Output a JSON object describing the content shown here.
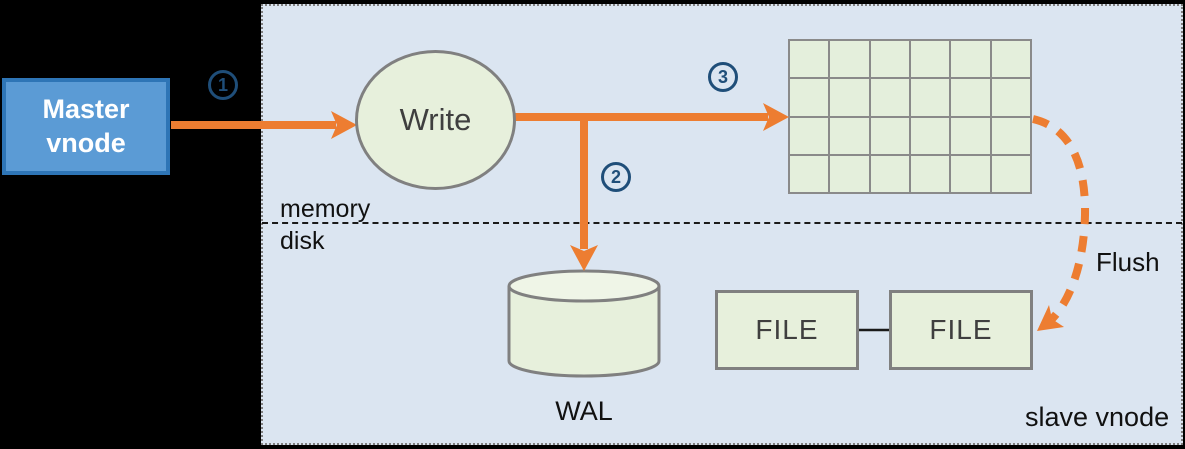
{
  "master": {
    "label": "Master vnode"
  },
  "write_node": {
    "label": "Write"
  },
  "steps": [
    "1",
    "2",
    "3"
  ],
  "divider": {
    "above_label": "memory",
    "below_label": "disk"
  },
  "wal": {
    "label": "WAL"
  },
  "files": {
    "file1": "FILE",
    "file2": "FILE"
  },
  "flush": {
    "label": "Flush"
  },
  "panel": {
    "label": "slave vnode"
  },
  "grid": {
    "rows": 4,
    "cols": 6
  },
  "colors": {
    "background": "#000000",
    "panel_fill": "#dbe5f1",
    "panel_border": "#7f7f7f",
    "master_fill": "#5b9bd5",
    "master_border": "#2e75b6",
    "node_fill": "#e7f0dc",
    "node_border": "#808080",
    "grid_cell_fill": "#e4efdc",
    "arrow_orange": "#ed7d31",
    "step_badge_navy": "#1f4e79",
    "node_text": "#3f3f3f",
    "label_text": "#111111"
  }
}
